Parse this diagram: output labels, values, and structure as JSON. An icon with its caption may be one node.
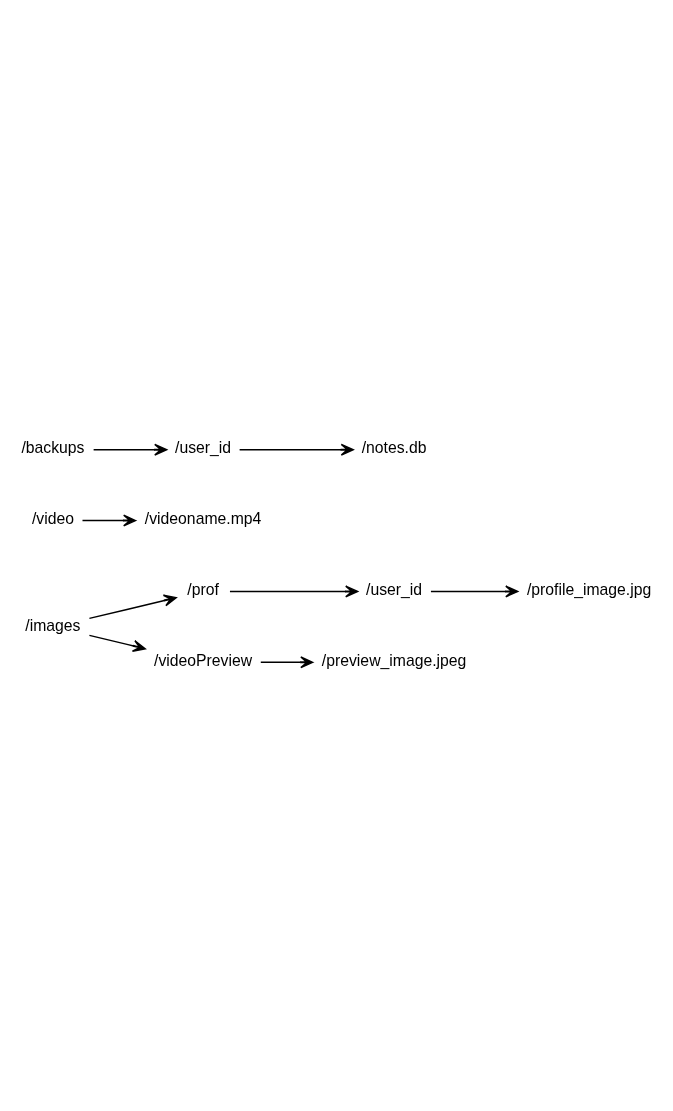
{
  "diagram": {
    "nodes": [
      {
        "text": [
          "/images"
        ]
      },
      {
        "text": [
          "/prof"
        ]
      },
      {
        "text": [
          "/user_id"
        ]
      },
      {
        "text": [
          "/profile_image.jpg"
        ]
      },
      {
        "text": [
          "/videoPreview"
        ]
      },
      {
        "text": [
          "/preview_image.jpeg"
        ]
      },
      {
        "text": [
          "/video"
        ]
      },
      {
        "text": [
          "/videoname.mp4"
        ]
      },
      {
        "text": [
          "/backups"
        ]
      },
      {
        "text": [
          "/user_id"
        ]
      },
      {
        "text": [
          "/notes.db"
        ]
      }
    ],
    "edges": [
      {
        "from": 0,
        "to": 1,
        "arrow": "to"
      },
      {
        "from": 1,
        "to": 2,
        "arrow": "to"
      },
      {
        "from": 2,
        "to": 3,
        "arrow": "to"
      },
      {
        "from": 0,
        "to": 4,
        "arrow": "to"
      },
      {
        "from": 4,
        "to": 5,
        "arrow": "to"
      },
      {
        "from": 6,
        "to": 7,
        "arrow": "to"
      },
      {
        "from": 8,
        "to": 9,
        "arrow": "to"
      },
      {
        "from": 9,
        "to": 10,
        "arrow": "to"
      }
    ]
  }
}
